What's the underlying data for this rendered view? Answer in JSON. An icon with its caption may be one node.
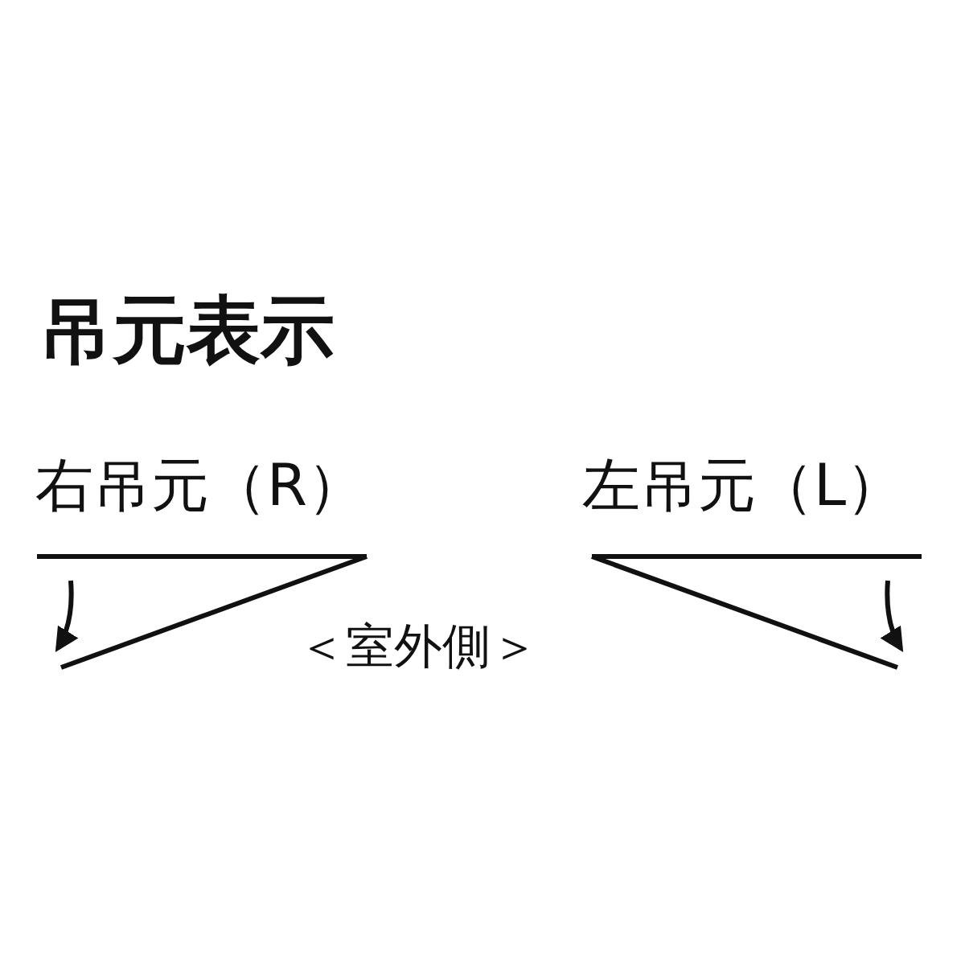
{
  "diagram": {
    "title": "吊元表示",
    "labels": [
      "右吊元（R）",
      "左吊元（L）",
      "＜室外側＞"
    ]
  }
}
